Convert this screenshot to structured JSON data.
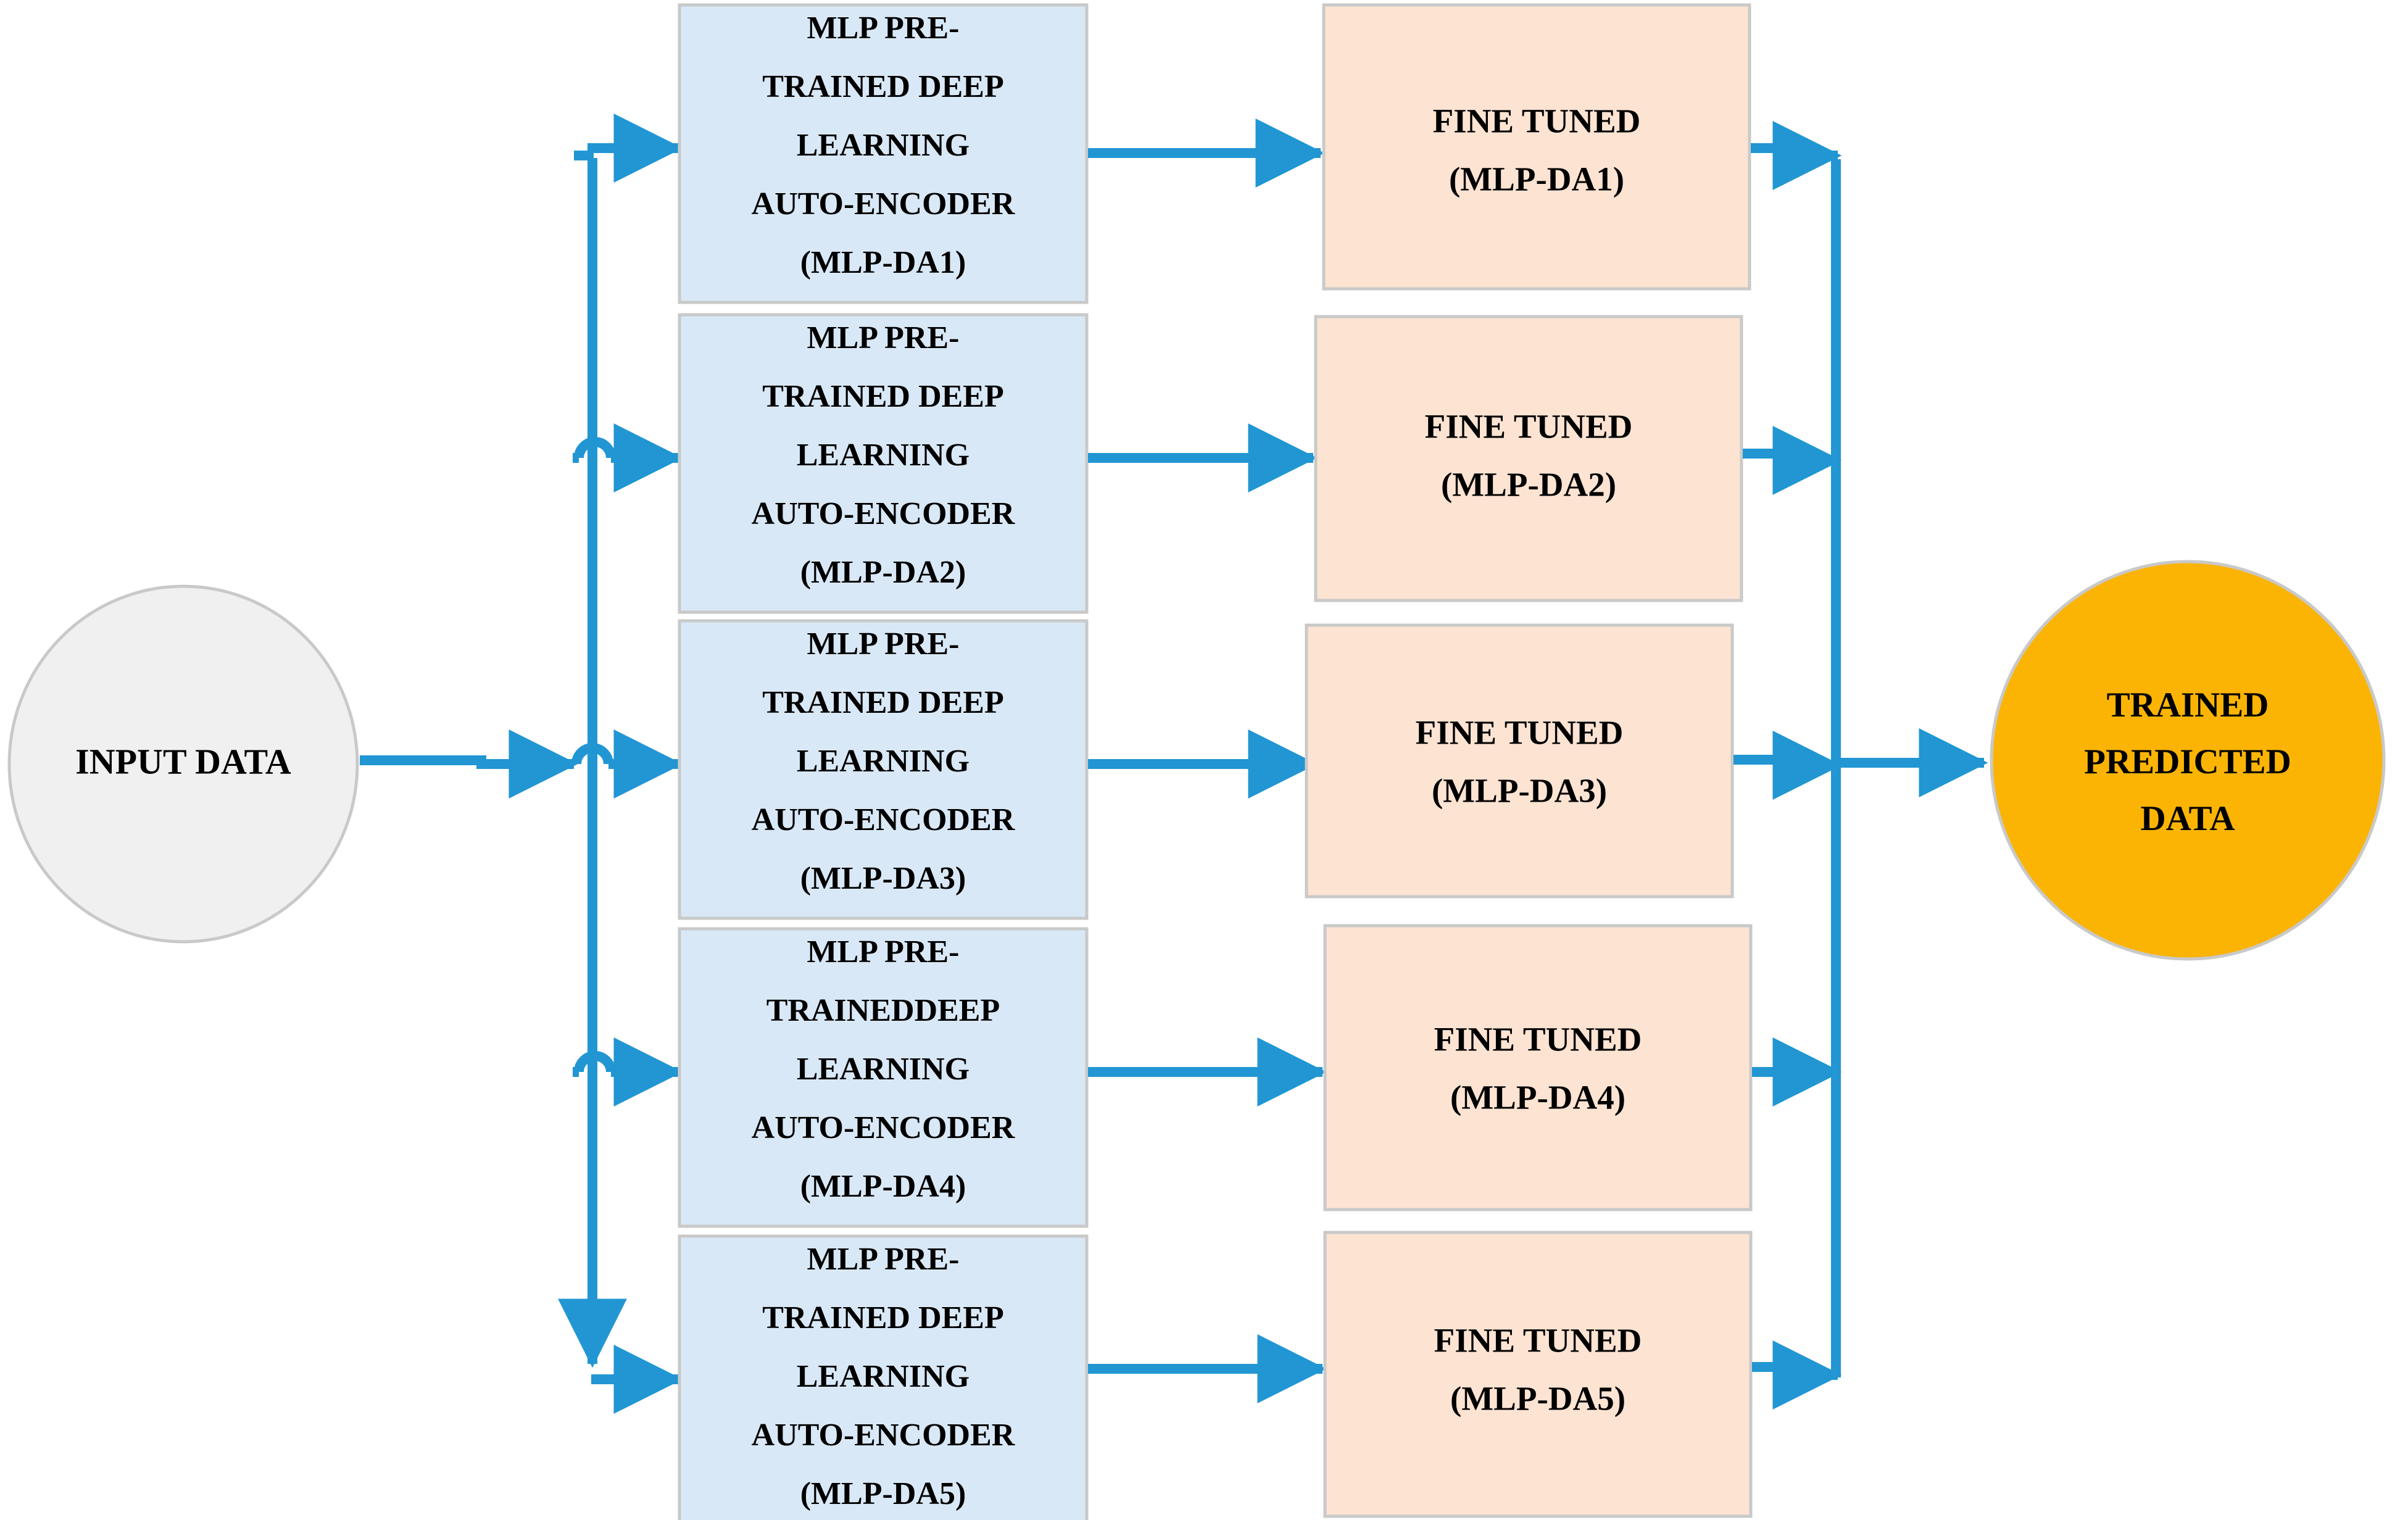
{
  "diagram": {
    "title": "MLP pre-trained deep learning auto-encoder ensemble flow",
    "colors": {
      "accent_blue": "#2196d3",
      "stage_box_fill": "#d9e8f6",
      "tuned_box_fill": "#fce3d2",
      "input_circle_fill": "#f0f0f0",
      "output_circle_fill": "#fbb404",
      "box_border": "#c9c9c9",
      "text": "#000000",
      "background": "#ffffff"
    },
    "input_node": {
      "name": "input-data",
      "label": "INPUT DATA",
      "shape": "circle"
    },
    "output_node": {
      "name": "trained-predicted-data",
      "label_line1": "TRAINED",
      "label_line2": "PREDICTED",
      "label_line3": "DATA",
      "shape": "circle"
    },
    "rows": [
      {
        "id": "da1",
        "stage": {
          "line1": "MLP PRE-",
          "line2": "TRAINED DEEP",
          "line3": "LEARNING",
          "line4": "AUTO-ENCODER",
          "line5": "(MLP-DA1)"
        },
        "tuned": {
          "line1": "FINE TUNED",
          "line2": "(MLP-DA1)"
        }
      },
      {
        "id": "da2",
        "stage": {
          "line1": "MLP PRE-",
          "line2": "TRAINED DEEP",
          "line3": "LEARNING",
          "line4": "AUTO-ENCODER",
          "line5": "(MLP-DA2)"
        },
        "tuned": {
          "line1": "FINE TUNED",
          "line2": "(MLP-DA2)"
        }
      },
      {
        "id": "da3",
        "stage": {
          "line1": "MLP PRE-",
          "line2": "TRAINED DEEP",
          "line3": "LEARNING",
          "line4": "AUTO-ENCODER",
          "line5": "(MLP-DA3)"
        },
        "tuned": {
          "line1": "FINE TUNED",
          "line2": "(MLP-DA3)"
        }
      },
      {
        "id": "da4",
        "stage": {
          "line1": "MLP PRE-",
          "line2": "TRAINEDDEEP",
          "line3": "LEARNING",
          "line4": "AUTO-ENCODER",
          "line5": "(MLP-DA4)"
        },
        "tuned": {
          "line1": "FINE TUNED",
          "line2": "(MLP-DA4)"
        }
      },
      {
        "id": "da5",
        "stage": {
          "line1": "MLP PRE-",
          "line2": "TRAINED DEEP",
          "line3": "LEARNING",
          "line4": "AUTO-ENCODER",
          "line5": "(MLP-DA5)"
        },
        "tuned": {
          "line1": "FINE TUNED",
          "line2": "(MLP-DA5)"
        }
      }
    ]
  }
}
